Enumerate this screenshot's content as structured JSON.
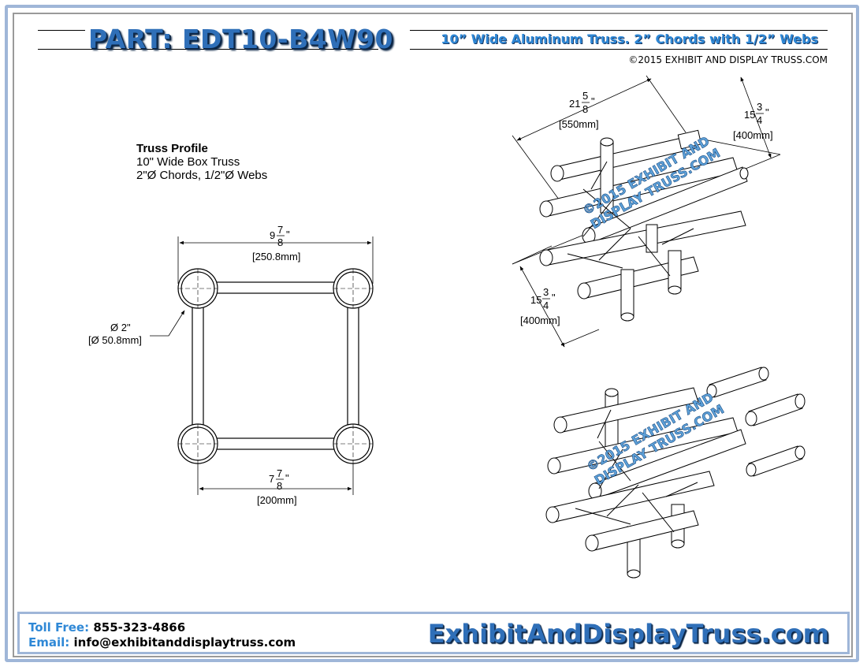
{
  "header": {
    "part_title": "PART: EDT10-B4W90",
    "subtitle": "10” Wide Aluminum Truss. 2” Chords with 1/2” Webs",
    "copyright": "©2015 EXHIBIT AND DISPLAY TRUSS.COM"
  },
  "profile": {
    "heading": "Truss Profile",
    "line1": "10\" Wide Box Truss",
    "line2": "2\"Ø Chords, 1/2\"Ø Webs",
    "top_dim_whole": "9",
    "top_dim_num": "7",
    "top_dim_den": "8",
    "top_dim_inch": "\"",
    "top_dim_mm": "[250.8mm]",
    "bottom_dim_whole": "7",
    "bottom_dim_num": "7",
    "bottom_dim_den": "8",
    "bottom_dim_inch": "\"",
    "bottom_dim_mm": "[200mm]",
    "chord_dia": "Ø 2\"",
    "chord_dia_mm": "[Ø 50.8mm]"
  },
  "iso": {
    "dim_a_whole": "21",
    "dim_a_num": "5",
    "dim_a_den": "8",
    "dim_a_inch": "\"",
    "dim_a_mm": "[550mm]",
    "dim_b_whole": "15",
    "dim_b_num": "3",
    "dim_b_den": "4",
    "dim_b_inch": "\"",
    "dim_b_mm": "[400mm]",
    "dim_c_whole": "15",
    "dim_c_num": "3",
    "dim_c_den": "4",
    "dim_c_inch": "\"",
    "dim_c_mm": "[400mm]",
    "watermark_line1": "©2015 EXHIBIT AND",
    "watermark_line2": "DISPLAY TRUSS.COM"
  },
  "footer": {
    "toll_free_label": "Toll Free:",
    "toll_free_value": "855-323-4866",
    "email_label": "Email:",
    "email_value": "info@exhibitanddisplaytruss.com",
    "website": "ExhibitAndDisplayTruss.com"
  },
  "colors": {
    "title_blue": "#2f6fb8",
    "accent_blue": "#2f88d6",
    "frame_blue": "#9fb6d8"
  }
}
